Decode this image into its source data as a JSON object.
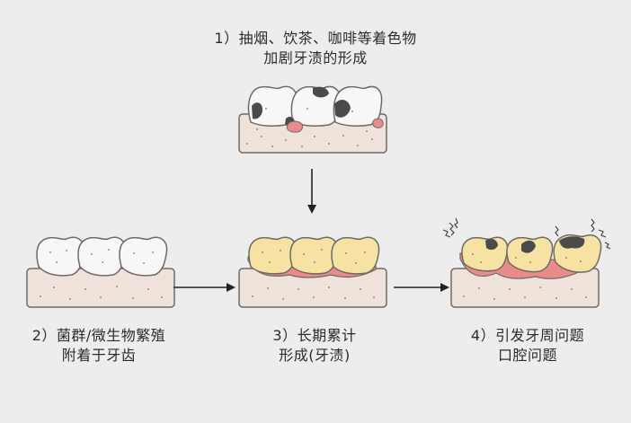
{
  "steps": [
    {
      "lines": [
        "1）抽烟、饮茶、咖啡等着色物",
        "加剧牙渍的形成"
      ]
    },
    {
      "lines": [
        "2）菌群/微生物繁殖",
        "附着于牙齿"
      ]
    },
    {
      "lines": [
        "3）长期累计",
        "形成(牙渍)"
      ]
    },
    {
      "lines": [
        "4）引发牙周问题",
        "口腔问题"
      ]
    }
  ],
  "colors": {
    "background": "#ededed",
    "gum": "#efe2da",
    "gum_outline": "#6f6a67",
    "tooth_white": "#f7f7f7",
    "tooth_yellow": "#f6e3a3",
    "gum_inflamed": "#ea8b8b",
    "stain": "#4b4b4b",
    "arrow": "#222222"
  }
}
